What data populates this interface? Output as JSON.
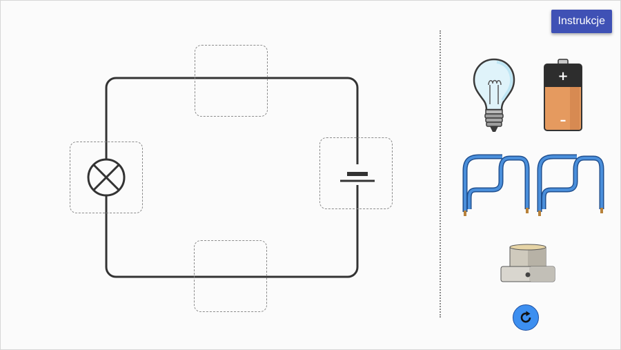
{
  "header": {
    "instructions_label": "Instrukcje"
  },
  "circuit": {
    "slots": [
      "top",
      "left",
      "right",
      "bottom"
    ],
    "installed": {
      "left": "bulb-symbol",
      "right": "battery-symbol"
    }
  },
  "palette": {
    "items": [
      {
        "name": "light-bulb",
        "icon": "light-bulb-icon"
      },
      {
        "name": "battery",
        "icon": "battery-icon"
      },
      {
        "name": "wire-1",
        "icon": "wire-icon"
      },
      {
        "name": "wire-2",
        "icon": "wire-icon"
      },
      {
        "name": "bulb-socket",
        "icon": "bulb-socket-icon"
      }
    ],
    "reset_icon": "refresh-icon"
  },
  "colors": {
    "accent": "#3f51b5",
    "reset": "#3d8ff0",
    "wire": "#3d7ac8",
    "battery_body": "#e59a5f",
    "circuit_line": "#333333"
  }
}
